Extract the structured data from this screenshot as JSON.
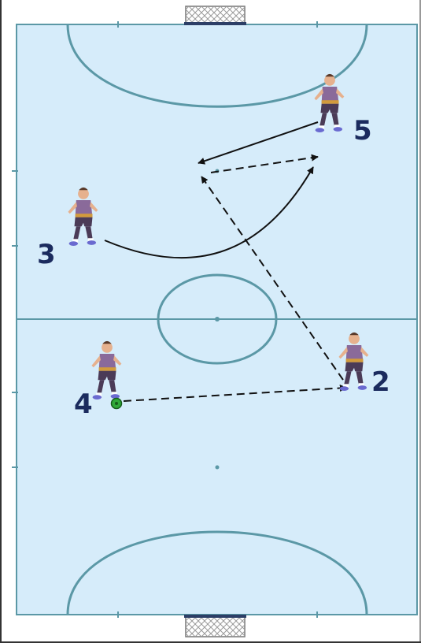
{
  "colors": {
    "court_fill": "#d6ecfa",
    "court_lines": "#5b98a6",
    "frame": "#333333",
    "player_shirt": "#8a6a9a",
    "player_shorts": "#4b3b57",
    "player_skin": "#e6b18e",
    "player_band": "#d29b3c",
    "ball": "#2fa838",
    "arrow": "#111111",
    "label": "#1b2b5e",
    "goal_net": "#c7c7c7"
  },
  "players": [
    {
      "number": "5"
    },
    {
      "number": "3"
    },
    {
      "number": "2"
    },
    {
      "number": "4"
    }
  ],
  "legend_icons": [
    "player-icon",
    "ball-icon",
    "goal-icon"
  ]
}
